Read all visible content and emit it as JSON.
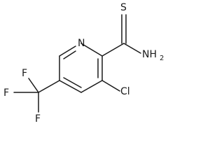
{
  "molecule": {
    "atoms": {
      "ring_nitrogen": "N",
      "thioamide_sulfur": "S",
      "amide_nitrogen": "NH",
      "amide_h_count": "2",
      "chlorine": "Cl",
      "fluorine_upper": "F",
      "fluorine_left": "F",
      "fluorine_lower": "F"
    }
  }
}
